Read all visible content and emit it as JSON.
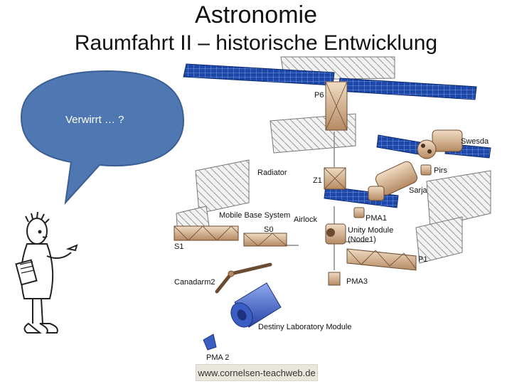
{
  "title": "Astronomie",
  "subtitle": "Raumfahrt II – historische Entwicklung",
  "bubble_text": "Verwirrt … ?",
  "labels": {
    "p6": "P6",
    "swesda": "Swesda",
    "pirs": "Pirs",
    "sarja": "Sarja",
    "radiator": "Radiator",
    "z1": "Z1",
    "mbs": "Mobile Base System",
    "airlock": "Airlock",
    "pma1": "PMA1",
    "s0": "S0",
    "unity1": "Unity Module",
    "unity2": "(Node1)",
    "s1": "S1",
    "p1": "P1",
    "canadarm": "Canadarm2",
    "pma3": "PMA3",
    "destiny": "Destiny Laboratory Module",
    "pma2": "PMA 2"
  },
  "credit": "www.cornelsen-teachweb.de",
  "colors": {
    "bubble": "#4f78b3",
    "panel": "#1d47a8",
    "truss": "#b8906a",
    "lab": "#3b5ec4"
  }
}
